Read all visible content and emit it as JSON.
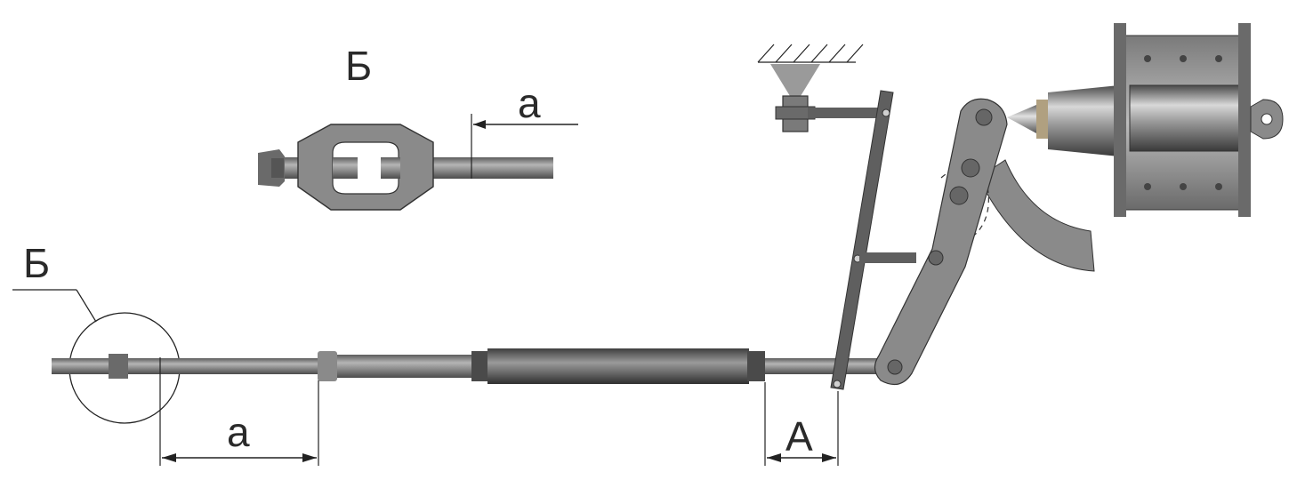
{
  "labels": {
    "detail_callout": "Б",
    "detail_title": "Б",
    "dim_small_a_top": "a",
    "dim_a_bottom": "a",
    "dim_A": "A"
  },
  "colors": {
    "rod_dark": "#6e6e6e",
    "rod_mid": "#8c8c8c",
    "rod_light": "#b9b9b9",
    "lever": "#5f5f5f",
    "arm": "#8a8a8a",
    "line": "#222222"
  }
}
